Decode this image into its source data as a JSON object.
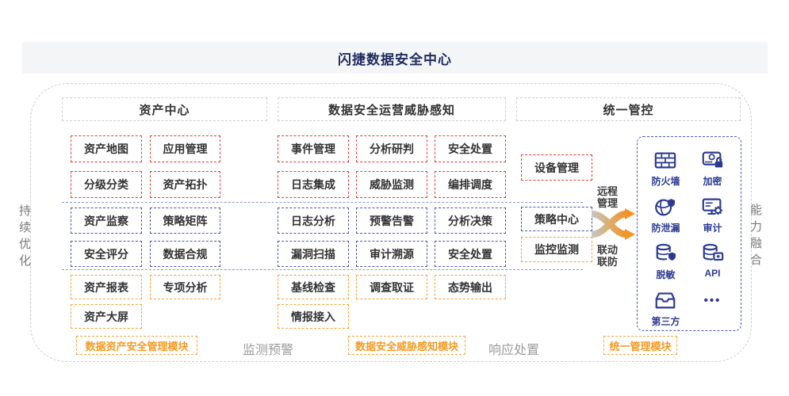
{
  "title": "闪捷数据安全中心",
  "side_labels": {
    "left": "持续优化",
    "right": "能力融合"
  },
  "columns": [
    {
      "header": "资产中心",
      "groups": {
        "red": [
          "资产地图",
          "应用管理",
          "分级分类",
          "资产拓扑"
        ],
        "blue": [
          "资产监察",
          "策略矩阵",
          "安全评分",
          "数据合规"
        ],
        "orange": [
          "资产报表",
          "专项分析",
          "资产大屏"
        ]
      },
      "module_label": "数据资产安全管理模块"
    },
    {
      "header": "数据安全运营威胁感知",
      "groups": {
        "red": [
          "事件管理",
          "分析研判",
          "安全处置",
          "日志集成",
          "威胁监测",
          "编排调度"
        ],
        "blue": [
          "日志分析",
          "预警告警",
          "分析决策",
          "漏洞扫描",
          "审计溯源",
          "安全处置"
        ],
        "orange": [
          "基线检查",
          "调查取证",
          "态势输出",
          "情报接入"
        ]
      },
      "module_label": "数据安全威胁感知模块"
    },
    {
      "header": "统一管控",
      "boxes": {
        "red": "设备管理",
        "blue": "策略中心",
        "orange": "监控监测"
      },
      "module_label": "统一管理模块"
    }
  ],
  "flow": {
    "top_label": "远程管理",
    "bottom_label": "联动联防"
  },
  "capability_panel": {
    "items": [
      {
        "icon": "firewall-icon",
        "label": "防火墙"
      },
      {
        "icon": "encryption-icon",
        "label": "加密"
      },
      {
        "icon": "leak-prevention-icon",
        "label": "防泄漏"
      },
      {
        "icon": "audit-icon",
        "label": "审计"
      },
      {
        "icon": "data-masking-icon",
        "label": "脱敏"
      },
      {
        "icon": "api-icon",
        "label": "API"
      },
      {
        "icon": "third-party-icon",
        "label": "第三方"
      },
      {
        "icon": "more-icon",
        "label": "•••"
      }
    ]
  },
  "bottom_texts": {
    "left": "监测预警",
    "right": "响应处置"
  },
  "colors": {
    "red_dashed": "#e23b35",
    "blue_dashed": "#4a58a8",
    "orange_dashed": "#f5a43c",
    "icon_navy": "#2b3a91",
    "module_label_orange": "#f59a23",
    "gray_border": "#cdcdcd",
    "divider_blue_gray": "#8a97c9",
    "title_color": "#1e2a5e",
    "titlebar_bg": "#f4f5f7",
    "arrow_orange": "#f59425",
    "arrow_gray": "#c6c6c6"
  }
}
